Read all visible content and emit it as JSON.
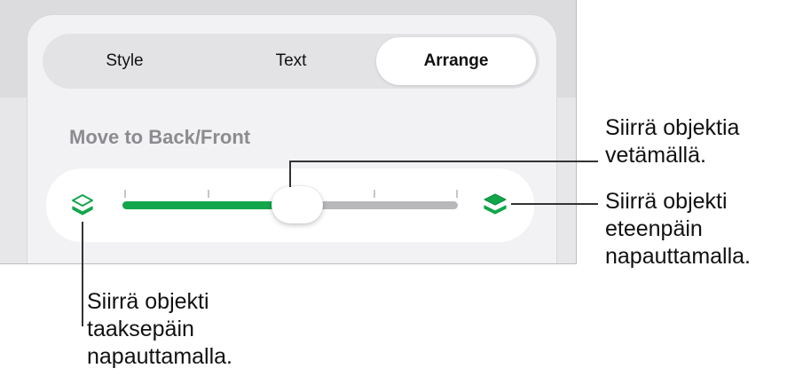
{
  "tabs": [
    {
      "label": "Style",
      "selected": false
    },
    {
      "label": "Text",
      "selected": false
    },
    {
      "label": "Arrange",
      "selected": true
    }
  ],
  "section": {
    "title": "Move to Back/Front"
  },
  "slider": {
    "value_fraction": 0.5,
    "tick_count": 5,
    "accent_color": "#12A64A",
    "back_icon": "layers-back-icon",
    "front_icon": "layers-front-icon"
  },
  "callouts": {
    "drag": {
      "line1": "Siirrä objektia",
      "line2": "vetämällä."
    },
    "front": {
      "line1": "Siirrä objekti",
      "line2": "eteenpäin",
      "line3": "napauttamalla."
    },
    "back": {
      "line1": "Siirrä objekti",
      "line2": "taaksepäin",
      "line3": "napauttamalla."
    }
  }
}
